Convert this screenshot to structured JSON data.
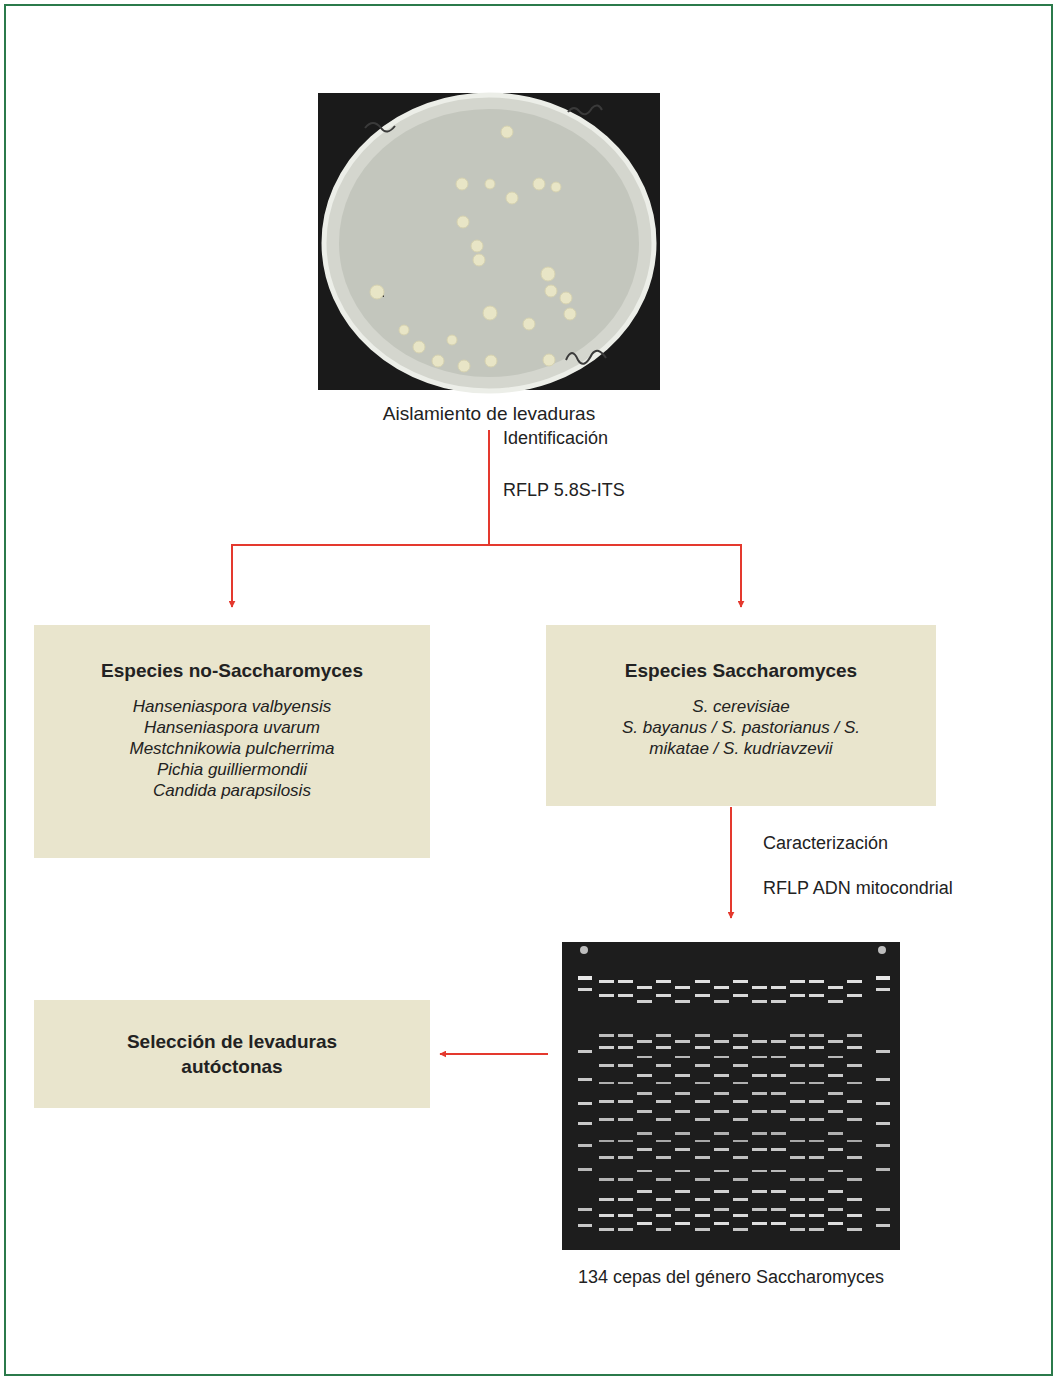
{
  "diagram": {
    "nodes": [
      {
        "text": [
          "Aislamiento de levaduras"
        ]
      },
      {
        "text": [
          "Especies no-Saccharomyces",
          "Hanseniaspora valbyensis",
          "Hanseniaspora uvarum",
          "Mestchnikowia pulcherrima",
          "Pichia guilliermondii",
          "Candida parapsilosis"
        ]
      },
      {
        "text": [
          "Especies Saccharomyces",
          "S. cerevisiae",
          "S. bayanus / S. pastorianus / S. mikatae / S. kudriavzevii"
        ]
      },
      {
        "text": [
          "134 cepas del género Saccharomyces"
        ]
      },
      {
        "text": [
          "Selección de levaduras autóctonas"
        ]
      }
    ],
    "edges": [
      {
        "from": 0,
        "to": 1,
        "arrow": "to"
      },
      {
        "from": 0,
        "to": 2,
        "arrow": "to"
      },
      {
        "from": 2,
        "to": 3,
        "arrow": "to"
      },
      {
        "from": 3,
        "to": 4,
        "arrow": "to"
      }
    ],
    "labels": [
      "Identificación",
      "RFLP 5.8S-ITS",
      "Caracterización",
      "RFLP ADN mitocondrial"
    ]
  }
}
